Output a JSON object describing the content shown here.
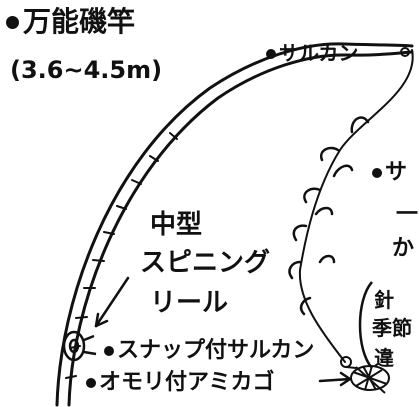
{
  "labels": {
    "rod": "万能磯竿",
    "rod_length": "(3.6~4.5m)",
    "swivel": "サルカン",
    "sabiki": "サ",
    "sabiki_line2": "一",
    "sabiki_line3": "か",
    "reel_line1": "中型",
    "reel_line2": "スピニング",
    "reel_line3": "リール",
    "snap_swivel": "スナップ付サルカン",
    "weight_basket": "オモリ付アミカゴ",
    "note_line1": "針",
    "note_line2": "季節",
    "note_line3": "違"
  },
  "colors": {
    "ink": "#111111",
    "background": "#ffffff"
  }
}
